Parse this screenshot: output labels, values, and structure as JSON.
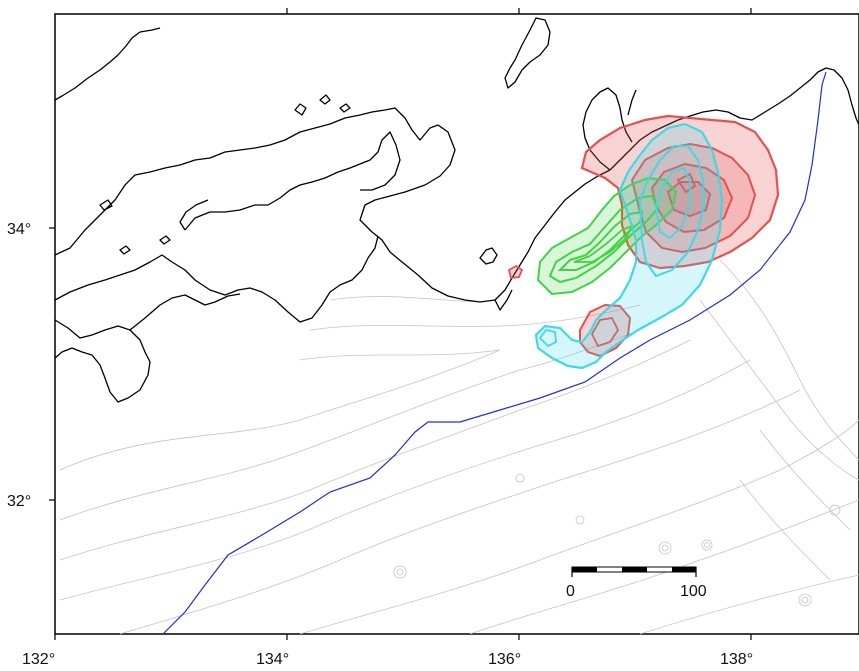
{
  "map": {
    "x_ticks": [
      "132°",
      "134°",
      "136°",
      "138°"
    ],
    "y_ticks": [
      "34°",
      "32°"
    ],
    "scale_bar": {
      "start_label": "0",
      "end_label": "100"
    },
    "colors": {
      "coastline": "#000000",
      "bathymetry": "#c4c4c4",
      "trench_axis": "#1f2fd6",
      "zone_red": "#e55050",
      "zone_green": "#3fd43f",
      "zone_cyan": "#3fd8e8"
    }
  }
}
